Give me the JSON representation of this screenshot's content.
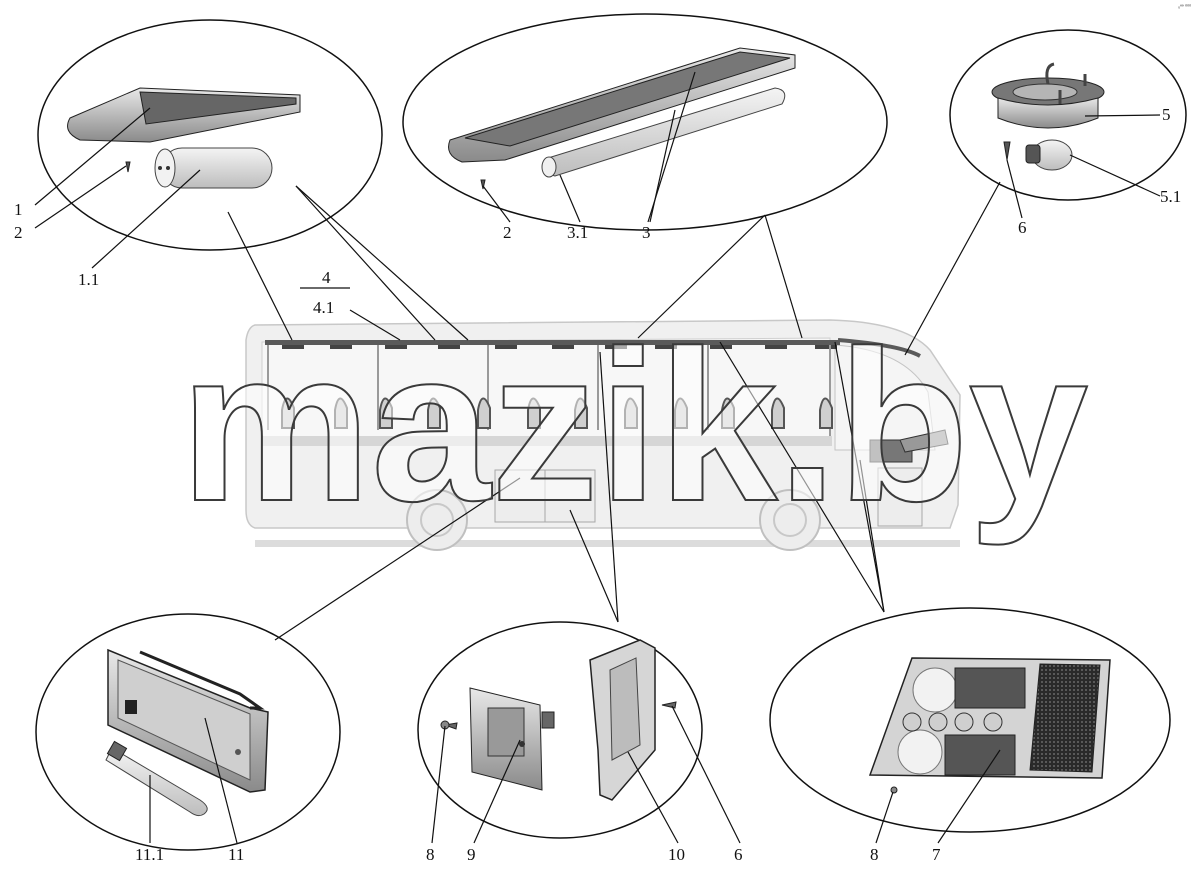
{
  "labels": {
    "l1": "1",
    "l2a": "2",
    "l1_1": "1.1",
    "l4": "4",
    "l4_1": "4.1",
    "l2b": "2",
    "l3_1": "3.1",
    "l3": "3",
    "l5": "5",
    "l5_1": "5.1",
    "l6a": "6",
    "l11_1": "11.1",
    "l11": "11",
    "l8a": "8",
    "l9": "9",
    "l10": "10",
    "l6b": "6",
    "l8b": "8",
    "l7": "7"
  },
  "watermark": "mazik.by",
  "corner_mark": "₀ºº ⁰⁰⁰"
}
